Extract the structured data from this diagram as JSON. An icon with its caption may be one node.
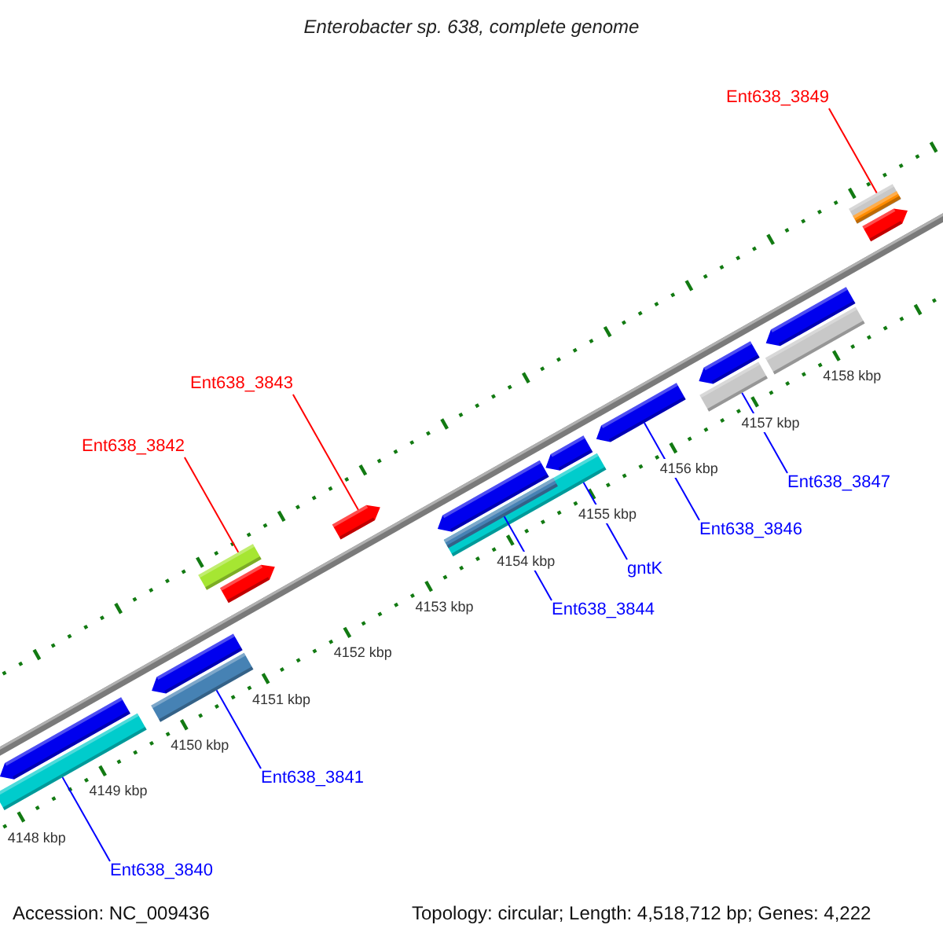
{
  "diagram": {
    "title": "Enterobacter sp. 638, complete genome",
    "nodes": [
      {
        "text": [
          "Ent638_3849"
        ]
      },
      {
        "text": [
          "Ent638_3843"
        ]
      },
      {
        "text": [
          "Ent638_3842"
        ]
      },
      {
        "text": [
          "Ent638_3847"
        ]
      },
      {
        "text": [
          "Ent638_3846"
        ]
      },
      {
        "text": [
          "gntK"
        ]
      },
      {
        "text": [
          "Ent638_3844"
        ]
      },
      {
        "text": [
          "Ent638_3841"
        ]
      },
      {
        "text": [
          "Ent638_3840"
        ]
      },
      {
        "text": [],
        "shape": "pentagon"
      },
      {
        "text": [],
        "shape": "bar"
      },
      {
        "text": [],
        "shape": "bar"
      },
      {
        "text": [],
        "shape": "pentagon"
      },
      {
        "text": [],
        "shape": "bar"
      },
      {
        "text": [],
        "shape": "pentagon"
      },
      {
        "text": [],
        "shape": "pentagon"
      },
      {
        "text": [],
        "shape": "pentagon"
      },
      {
        "text": [],
        "shape": "bar"
      },
      {
        "text": [],
        "shape": "bar",
        "in": 17
      },
      {
        "text": [],
        "shape": "pentagon"
      },
      {
        "text": [],
        "shape": "pentagon"
      },
      {
        "text": [],
        "shape": "bar"
      },
      {
        "text": [],
        "shape": "pentagon"
      },
      {
        "text": [],
        "shape": "bar"
      },
      {
        "text": [],
        "shape": "pentagon"
      },
      {
        "text": [],
        "shape": "bar"
      },
      {
        "text": [],
        "shape": "bar",
        "in": 25
      },
      {
        "text": [],
        "shape": "pentagon"
      }
    ],
    "edges": [
      {
        "from": 0,
        "to": 25,
        "arrow": "none",
        "color": "#ff0000"
      },
      {
        "from": 1,
        "to": 15,
        "arrow": "none",
        "color": "#ff0000"
      },
      {
        "from": 2,
        "to": 13,
        "arrow": "none",
        "color": "#ff0000"
      },
      {
        "from": 3,
        "to": 21,
        "arrow": "none"
      },
      {
        "from": 4,
        "to": 20,
        "arrow": "none"
      },
      {
        "from": 5,
        "to": 17,
        "arrow": "none"
      },
      {
        "from": 6,
        "to": 18,
        "arrow": "none"
      },
      {
        "from": 7,
        "to": 11,
        "arrow": "none"
      },
      {
        "from": 8,
        "to": 10,
        "arrow": "none"
      }
    ],
    "labels": [
      "4148 kbp",
      "4149 kbp",
      "4150 kbp",
      "4151 kbp",
      "4152 kbp",
      "4153 kbp",
      "4154 kbp",
      "4155 kbp",
      "4156 kbp",
      "4157 kbp",
      "4158 kbp",
      "Accession: NC_009436",
      "Topology: circular; Length: 4,518,712 bp; Genes: 4,222"
    ]
  }
}
